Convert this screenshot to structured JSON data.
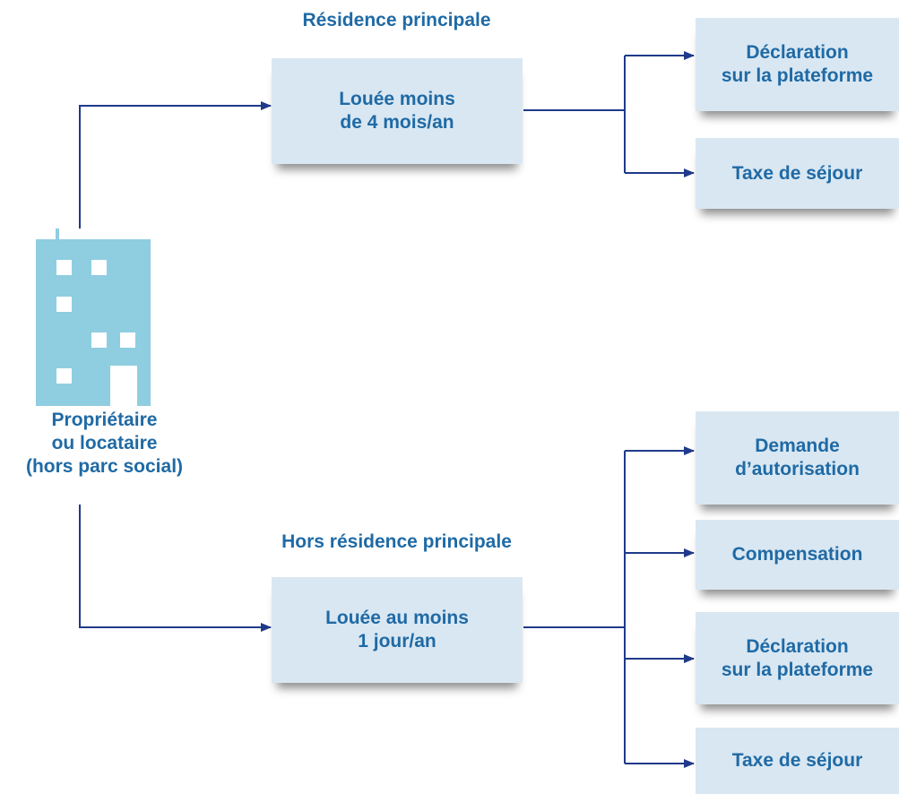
{
  "colors": {
    "box_fill": "#d9e7f2",
    "text": "#1f6aa5",
    "connector": "#1f3a8a",
    "building": "#8fcde0"
  },
  "actor": {
    "icon": "apartment-building-icon",
    "label_lines": [
      "Propriétaire",
      "ou locataire",
      "(hors parc social)"
    ]
  },
  "branches": {
    "principal": {
      "heading": "Résidence principale",
      "condition_lines": [
        "Louée moins",
        "de 4 mois/an"
      ],
      "obligations": [
        {
          "lines": [
            "Déclaration",
            "sur la plateforme"
          ]
        },
        {
          "lines": [
            "Taxe de séjour"
          ]
        }
      ]
    },
    "secondary": {
      "heading": "Hors résidence principale",
      "condition_lines": [
        "Louée au moins",
        "1 jour/an"
      ],
      "obligations": [
        {
          "lines": [
            "Demande",
            "d’autorisation"
          ]
        },
        {
          "lines": [
            "Compensation"
          ]
        },
        {
          "lines": [
            "Déclaration",
            "sur la plateforme"
          ]
        },
        {
          "lines": [
            "Taxe de séjour"
          ]
        }
      ]
    }
  }
}
